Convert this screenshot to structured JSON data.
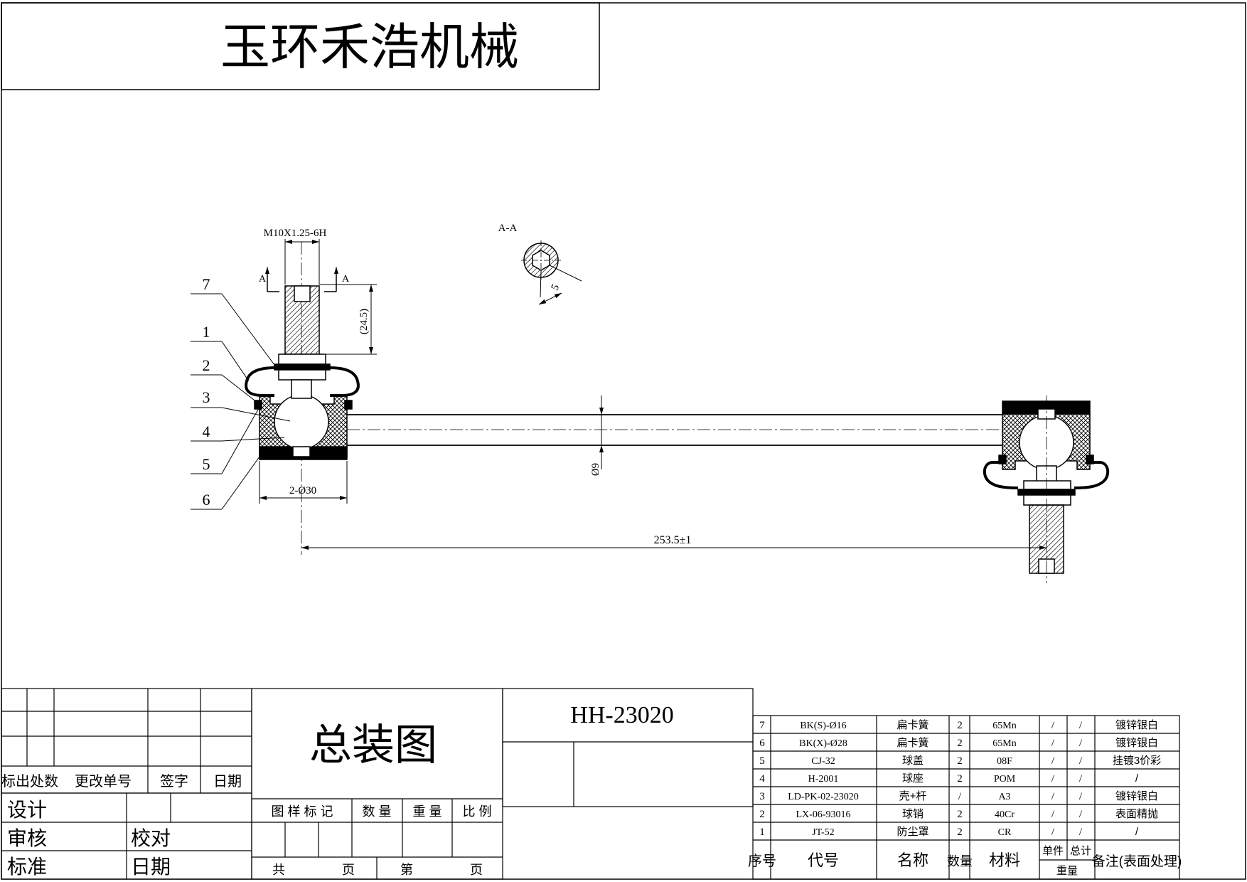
{
  "company": "玉环禾浩机械",
  "drawing_title": "总装图",
  "drawing_number": "HH-23020",
  "dimensions": {
    "thread": "M10X1.25-6H",
    "section_mark": "A",
    "section_view": "A-A",
    "hex_size": "5",
    "thread_length": "(24.5)",
    "ball_diameter": "2-Ø30",
    "rod_diameter": "Ø9",
    "center_distance": "253.5±1"
  },
  "balloons": [
    "7",
    "1",
    "2",
    "3",
    "4",
    "5",
    "6"
  ],
  "revision_block": {
    "headers": [
      "标出处数",
      "更改单号",
      "签字",
      "日期"
    ]
  },
  "approval_block": {
    "design": "设计",
    "review": "审核",
    "proof": "校对",
    "standard": "标准",
    "date": "日期"
  },
  "info_block": {
    "sample_mark": "图 样 标 记",
    "quantity": "数 量",
    "weight": "重 量",
    "scale": "比 例",
    "total": "共",
    "page": "页",
    "page_no": "第",
    "page2": "页"
  },
  "bom": {
    "headers": {
      "seq": "序号",
      "code": "代号",
      "name": "名称",
      "qty": "数量",
      "material": "材料",
      "unit": "单件",
      "total": "总计",
      "weight": "重量",
      "remark": "备注(表面处理)"
    },
    "rows": [
      {
        "seq": "7",
        "code": "BK(S)-Ø16",
        "name": "扁卡簧",
        "qty": "2",
        "material": "65Mn",
        "unit": "/",
        "total": "/",
        "remark": "镀锌银白"
      },
      {
        "seq": "6",
        "code": "BK(X)-Ø28",
        "name": "扁卡簧",
        "qty": "2",
        "material": "65Mn",
        "unit": "/",
        "total": "/",
        "remark": "镀锌银白"
      },
      {
        "seq": "5",
        "code": "CJ-32",
        "name": "球盖",
        "qty": "2",
        "material": "08F",
        "unit": "/",
        "total": "/",
        "remark": "挂镀3价彩"
      },
      {
        "seq": "4",
        "code": "H-2001",
        "name": "球座",
        "qty": "2",
        "material": "POM",
        "unit": "/",
        "total": "/",
        "remark": "/"
      },
      {
        "seq": "3",
        "code": "LD-PK-02-23020",
        "name": "壳+杆",
        "qty": "/",
        "material": "A3",
        "unit": "/",
        "total": "/",
        "remark": "镀锌银白"
      },
      {
        "seq": "2",
        "code": "LX-06-93016",
        "name": "球销",
        "qty": "2",
        "material": "40Cr",
        "unit": "/",
        "total": "/",
        "remark": "表面精抛"
      },
      {
        "seq": "1",
        "code": "JT-52",
        "name": "防尘罩",
        "qty": "2",
        "material": "CR",
        "unit": "/",
        "total": "/",
        "remark": "/"
      }
    ]
  }
}
